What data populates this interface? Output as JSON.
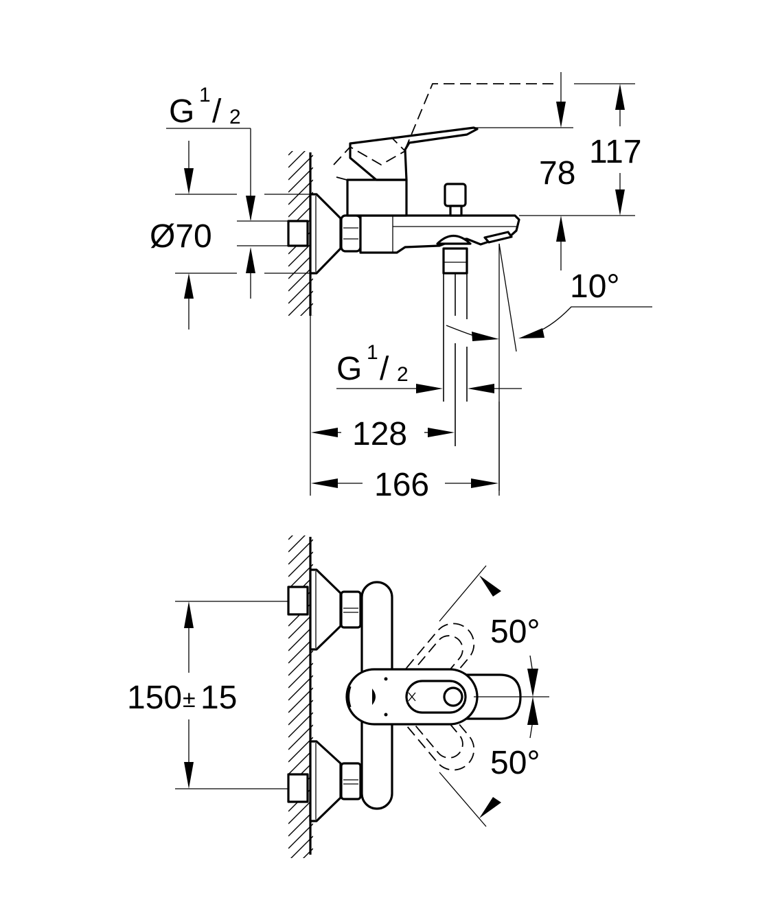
{
  "diagram": {
    "title": "Bath mixer dimensional drawing",
    "side_view": {
      "thread_top": {
        "main": "G",
        "num": "1",
        "slash": "/",
        "den": "2"
      },
      "flange_diameter": "Ø70",
      "lever_height": "78",
      "total_height": "117",
      "spout_angle": "10°",
      "thread_outlet": {
        "main": "G",
        "num": "1",
        "slash": "/",
        "den": "2"
      },
      "outlet_distance": "128",
      "spout_projection": "166"
    },
    "front_view": {
      "centre_distance": "150",
      "tolerance_sign": "±",
      "tolerance": "15",
      "lever_angle_up": "50°",
      "lever_angle_down": "50°"
    }
  }
}
